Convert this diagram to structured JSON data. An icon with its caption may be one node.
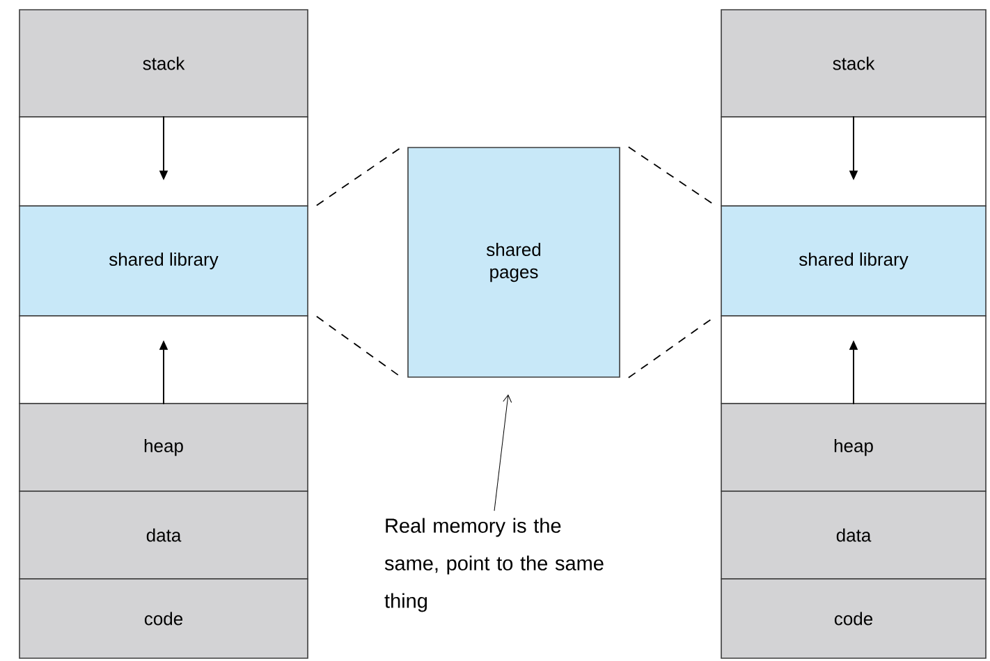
{
  "diagram": {
    "nodes": [
      {
        "text": [
          "stack"
        ]
      },
      {
        "text": [],
        "shape": "box"
      },
      {
        "text": [
          "shared library"
        ]
      },
      {
        "text": [],
        "shape": "box"
      },
      {
        "text": [
          "heap"
        ]
      },
      {
        "text": [
          "data"
        ]
      },
      {
        "text": [
          "code"
        ]
      },
      {
        "text": [
          "shared pages"
        ]
      },
      {
        "text": [
          "stack"
        ]
      },
      {
        "text": [],
        "shape": "box"
      },
      {
        "text": [
          "shared library"
        ]
      },
      {
        "text": [],
        "shape": "box"
      },
      {
        "text": [
          "heap"
        ]
      },
      {
        "text": [
          "data"
        ]
      },
      {
        "text": [
          "code"
        ]
      },
      {
        "text": [
          "Real memory is the same, point to the same thing"
        ]
      }
    ],
    "edges": [
      {
        "from": 2,
        "to": 7,
        "arrow": "none",
        "style": "dashed"
      },
      {
        "from": 2,
        "to": 7,
        "arrow": "none",
        "style": "dashed"
      },
      {
        "from": 7,
        "to": 10,
        "arrow": "none",
        "style": "dashed"
      },
      {
        "from": 7,
        "to": 10,
        "arrow": "none",
        "style": "dashed"
      },
      {
        "from": 15,
        "to": 7,
        "arrow": "to"
      }
    ]
  }
}
